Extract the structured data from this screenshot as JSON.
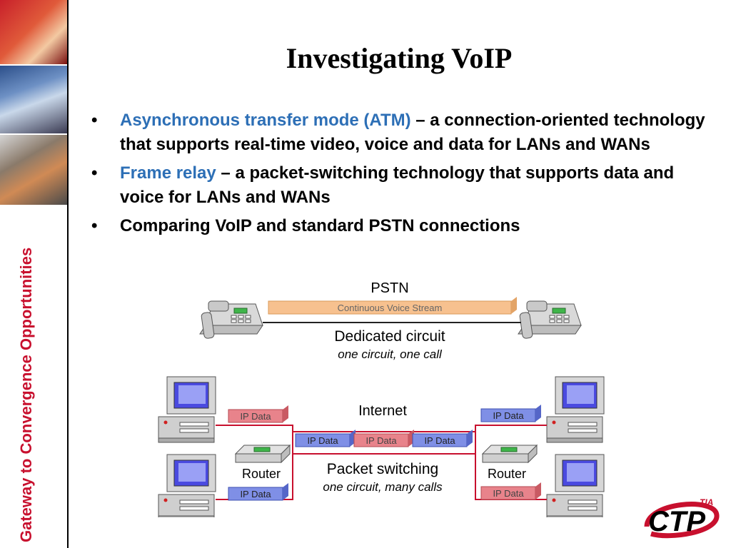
{
  "sidebar": {
    "text": "Gateway to Convergence Opportunities"
  },
  "slide": {
    "title": "Investigating VoIP",
    "bullets": [
      {
        "term": "Asynchronous transfer mode (ATM)",
        "text": " – a connection-oriented technology that supports real-time video, voice and data for LANs and WANs"
      },
      {
        "term": "Frame relay",
        "text": " – a packet-switching technology that supports data and voice for LANs and WANs"
      },
      {
        "term": "",
        "text": "Comparing VoIP and standard PSTN connections"
      }
    ]
  },
  "diagram": {
    "pstn_label": "PSTN",
    "stream_label": "Continuous Voice Stream",
    "dedicated_label": "Dedicated circuit",
    "dedicated_sub": "one circuit, one call",
    "internet_label": "Internet",
    "router_label": "Router",
    "ip_data_label": "IP Data",
    "packet_label": "Packet switching",
    "packet_sub": "one circuit, many calls"
  },
  "logo": {
    "text": "CTP",
    "superscript": "TIA"
  },
  "colors": {
    "accent_red": "#c8102e",
    "term_blue": "#2d6fb6",
    "packet_red": "#e8838b",
    "packet_blue": "#7f8fe6",
    "stream": "#f7c18f"
  }
}
